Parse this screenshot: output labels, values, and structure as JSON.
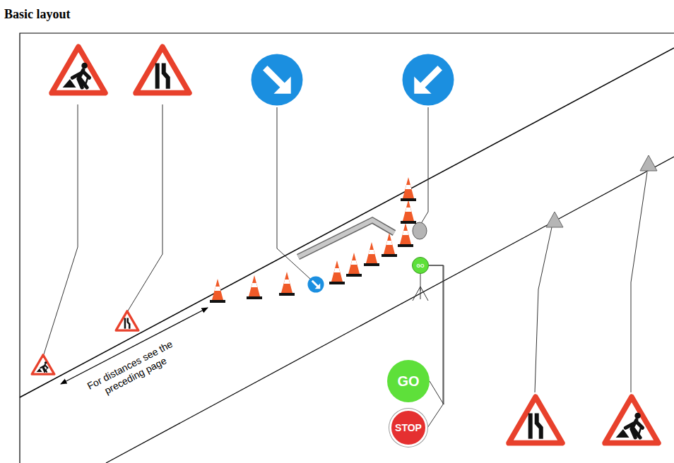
{
  "diagram": {
    "title": "Basic layout",
    "nodes": [
      {
        "text": [
          "GO"
        ]
      },
      {
        "text": [
          "GO"
        ]
      },
      {
        "text": [
          "STOP"
        ]
      }
    ],
    "edges": [
      {
        "from": 0,
        "to": 1,
        "arrow": "none"
      },
      {
        "from": 0,
        "to": 2,
        "arrow": "none"
      }
    ],
    "labels": [
      "For distances see the preceding page"
    ]
  }
}
